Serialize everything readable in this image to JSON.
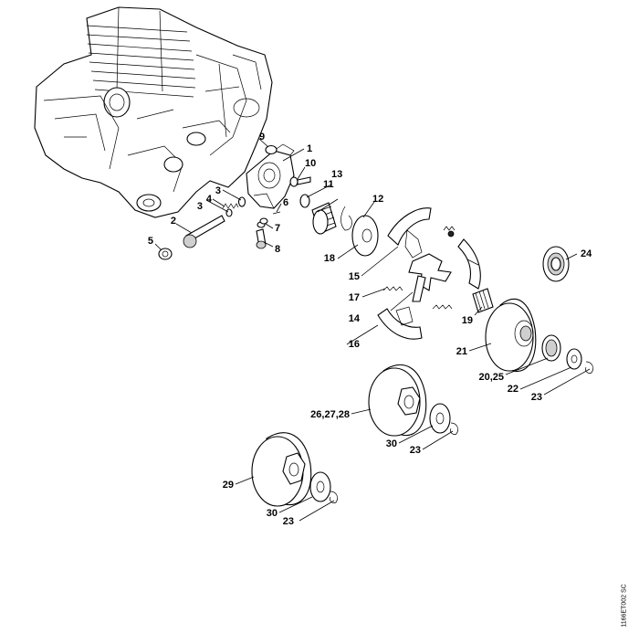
{
  "diagram": {
    "drawing_number": "1166ET002 SC",
    "callouts": [
      {
        "id": "c1",
        "label": "1"
      },
      {
        "id": "c2",
        "label": "2"
      },
      {
        "id": "c3a",
        "label": "3"
      },
      {
        "id": "c3b",
        "label": "3"
      },
      {
        "id": "c4",
        "label": "4"
      },
      {
        "id": "c5",
        "label": "5"
      },
      {
        "id": "c6",
        "label": "6"
      },
      {
        "id": "c7",
        "label": "7"
      },
      {
        "id": "c8",
        "label": "8"
      },
      {
        "id": "c9",
        "label": "9"
      },
      {
        "id": "c10",
        "label": "10"
      },
      {
        "id": "c11",
        "label": "11"
      },
      {
        "id": "c12",
        "label": "12"
      },
      {
        "id": "c13",
        "label": "13"
      },
      {
        "id": "c14",
        "label": "14"
      },
      {
        "id": "c15",
        "label": "15"
      },
      {
        "id": "c16",
        "label": "16"
      },
      {
        "id": "c17",
        "label": "17"
      },
      {
        "id": "c18",
        "label": "18"
      },
      {
        "id": "c19",
        "label": "19"
      },
      {
        "id": "c20_25",
        "label": "20,25"
      },
      {
        "id": "c21",
        "label": "21"
      },
      {
        "id": "c22",
        "label": "22"
      },
      {
        "id": "c23a",
        "label": "23"
      },
      {
        "id": "c23b",
        "label": "23"
      },
      {
        "id": "c23c",
        "label": "23"
      },
      {
        "id": "c24",
        "label": "24"
      },
      {
        "id": "c26_27_28",
        "label": "26,27,28"
      },
      {
        "id": "c29",
        "label": "29"
      },
      {
        "id": "c30a",
        "label": "30"
      },
      {
        "id": "c30b",
        "label": "30"
      }
    ]
  }
}
